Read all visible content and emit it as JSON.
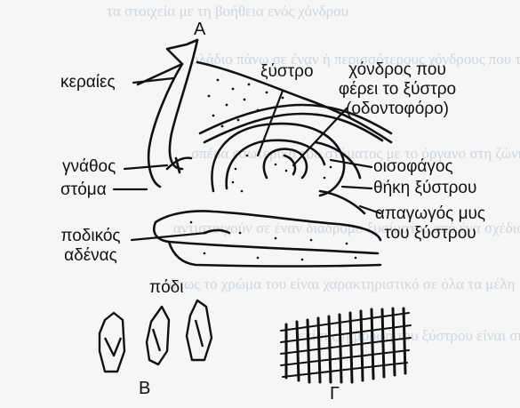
{
  "background_text_lines": [
    "τα στοιχεία με τη βοήθεια ενός χόνδρου",
    "ολάδιο πάνω σε έναν ή περισσότερους χόνδρους που τις",
    "σπέρα εσωτερικά του στόματος με το όργανο στη ζώνη",
    "αντιστοιχούν σε έναν διάδρομο ξυσίματος από ένα σχέδιο",
    "όπως το χρώμα του είναι χαρακτηριστικό σε όλα τα μέλη",
    "επίσης η μορφή του ξύστρου είναι σημαντικό για την ταξινόμηση"
  ],
  "panels": {
    "A": "A",
    "B": "B",
    "G": "Γ"
  },
  "labels": {
    "keraies": "κεραίες",
    "gnathos": "γνάθος",
    "stoma": "στόμα",
    "podikos_line1": "ποδικός",
    "podikos_line2": "αδένας",
    "podi": "πόδι",
    "xystro": "ξύστρο",
    "chondros_line1": "χόνδρος που",
    "chondros_line2": "φέρει το ξύστρο",
    "chondros_line3": "(οδοντοφόρο)",
    "oisofagos": "οισοφάγος",
    "thiki": "θήκη ξύστρου",
    "apagogos_line1": "απαγωγός μυς",
    "apagogos_line2": "του ξύστρου"
  },
  "colors": {
    "ink": "#111111",
    "paper": "#f6f6f6",
    "faint_text": "#cfd6dc"
  }
}
